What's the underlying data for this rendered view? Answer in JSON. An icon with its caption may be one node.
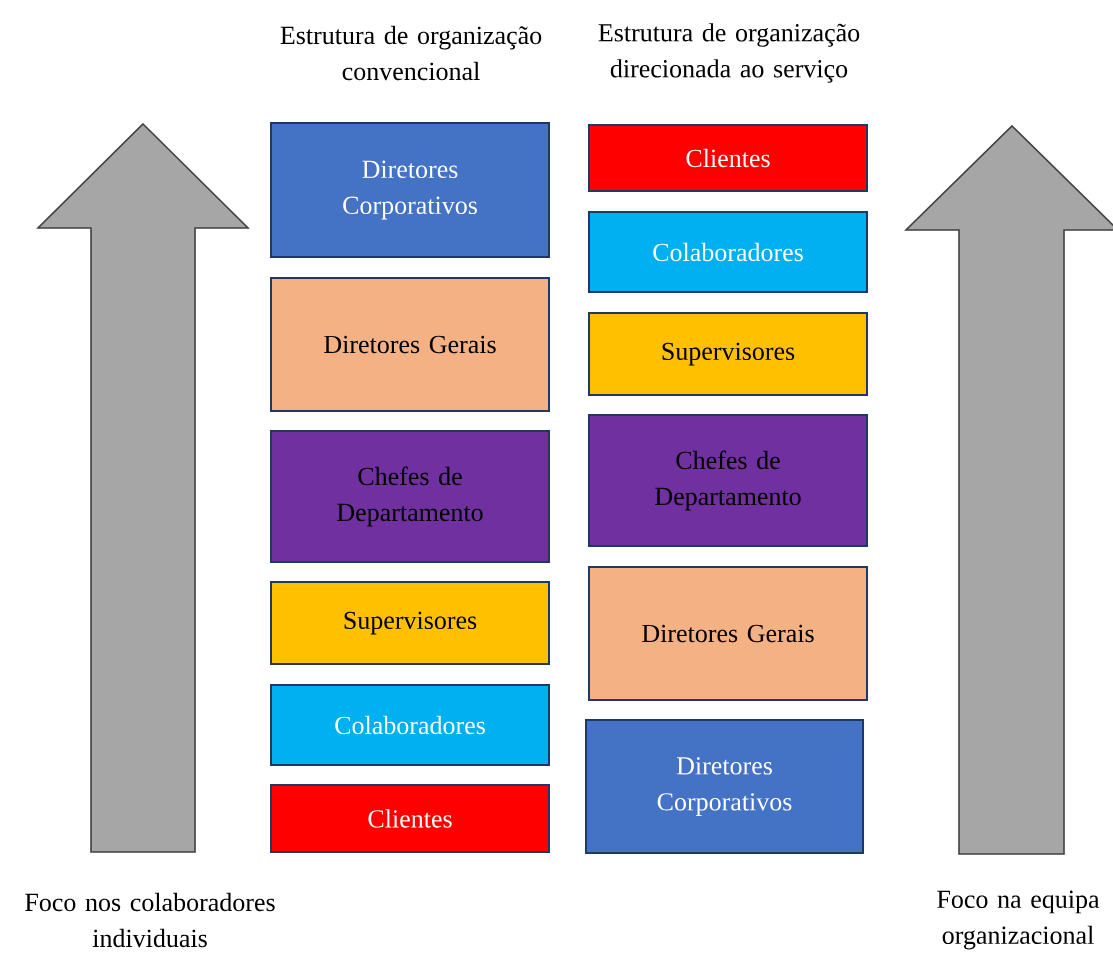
{
  "diagram": {
    "nodes": [
      {
        "text": [
          "Diretores Corporativos"
        ]
      },
      {
        "text": [
          "Diretores Gerais"
        ]
      },
      {
        "text": [
          "Chefes de Departamento"
        ]
      },
      {
        "text": [
          "Supervisores"
        ]
      },
      {
        "text": [
          "Colaboradores"
        ]
      },
      {
        "text": [
          "Clientes"
        ]
      },
      {
        "text": [
          "Clientes"
        ]
      },
      {
        "text": [
          "Colaboradores"
        ]
      },
      {
        "text": [
          "Supervisores"
        ]
      },
      {
        "text": [
          "Chefes de Departamento"
        ]
      },
      {
        "text": [
          "Diretores Gerais"
        ]
      },
      {
        "text": [
          "Diretores Corporativos"
        ]
      }
    ],
    "labels": [
      "Estrutura de organização convencional",
      "Estrutura de organização direcionada ao serviço",
      "Foco nos colaboradores individuais",
      "Foco na equipa organizacional"
    ]
  }
}
